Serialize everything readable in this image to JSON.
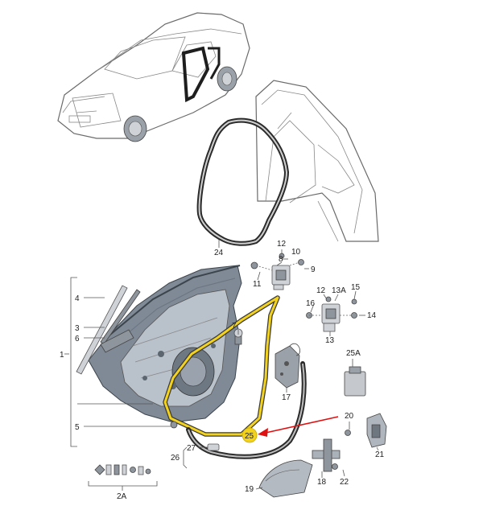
{
  "diagram": {
    "highlight_color": "#f2d21c",
    "arrow_color": "#e01010",
    "callouts": {
      "c24": "24",
      "c12a": "12",
      "c8": "8",
      "c10": "10",
      "c11": "11",
      "c9": "9",
      "c12b": "12",
      "c13a": "13A",
      "c15": "15",
      "c16": "16",
      "c14": "14",
      "c13": "13",
      "c4": "4",
      "c3": "3",
      "c6": "6",
      "c1": "1",
      "c7": "7",
      "c25a": "25A",
      "c17": "17",
      "c5": "5",
      "c20": "20",
      "c25": "25",
      "c21": "21",
      "c27": "27",
      "c26": "26",
      "c18": "18",
      "c22": "22",
      "c19": "19",
      "c2a": "2A"
    }
  }
}
